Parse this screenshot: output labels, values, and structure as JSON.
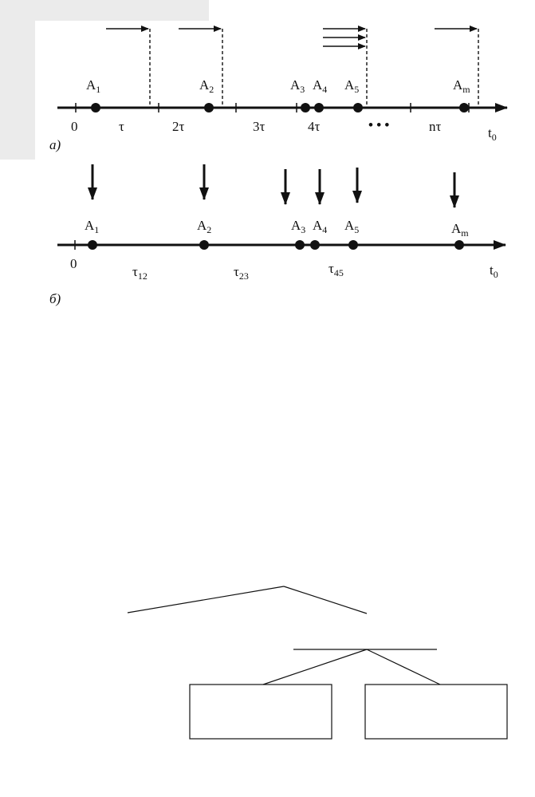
{
  "colors": {
    "ink": "#111111",
    "sheet_shade": "#e9e9e9",
    "background": "#ffffff"
  },
  "diagram_a": {
    "panel_label": "а)",
    "axis_label_main": "t",
    "axis_label_sub": "0",
    "events": [
      {
        "main": "A",
        "sub": "1"
      },
      {
        "main": "A",
        "sub": "2"
      },
      {
        "main": "A",
        "sub": "3"
      },
      {
        "main": "A",
        "sub": "4"
      },
      {
        "main": "A",
        "sub": "5"
      },
      {
        "main": "A",
        "sub": "m"
      }
    ],
    "interval_labels": [
      "0",
      "τ",
      "2τ",
      "3τ",
      "4τ",
      "nτ"
    ],
    "ellipsis": "• • •"
  },
  "diagram_b": {
    "panel_label": "б)",
    "axis_label_main": "t",
    "axis_label_sub": "0",
    "origin_label": "0",
    "events": [
      {
        "main": "A",
        "sub": "1"
      },
      {
        "main": "A",
        "sub": "2"
      },
      {
        "main": "A",
        "sub": "3"
      },
      {
        "main": "A",
        "sub": "4"
      },
      {
        "main": "A",
        "sub": "5"
      },
      {
        "main": "A",
        "sub": "m"
      }
    ],
    "interval_labels": [
      {
        "main": "τ",
        "sub": "12"
      },
      {
        "main": "τ",
        "sub": "23"
      },
      {
        "main": "τ",
        "sub": "45"
      }
    ]
  },
  "tree": {
    "box_left_text": "",
    "box_right_text": ""
  }
}
